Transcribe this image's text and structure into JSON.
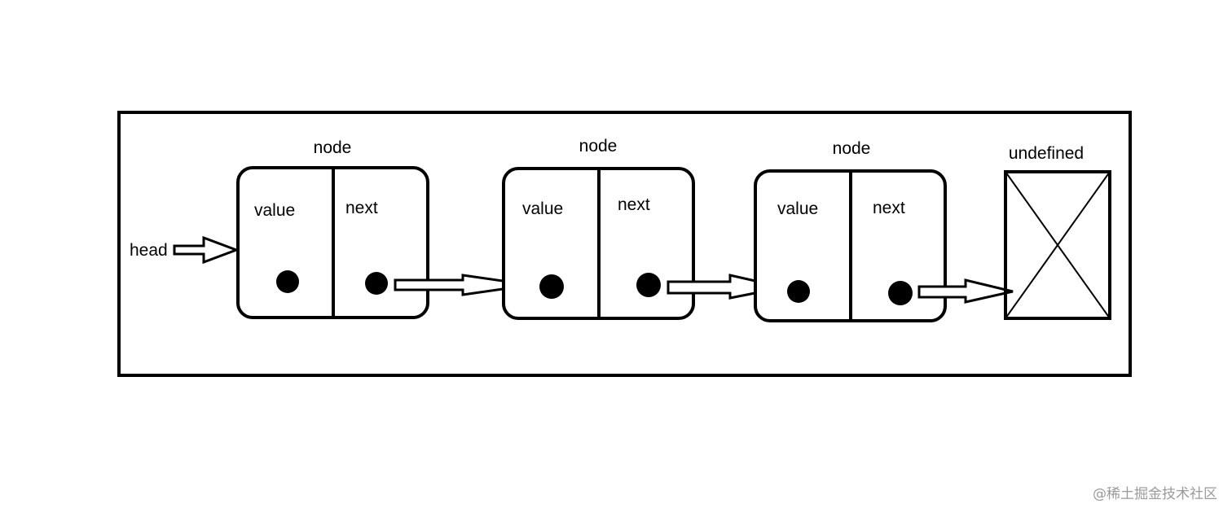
{
  "head_label": "head",
  "nodes": [
    {
      "title": "node",
      "value_label": "value",
      "next_label": "next"
    },
    {
      "title": "node",
      "value_label": "value",
      "next_label": "next"
    },
    {
      "title": "node",
      "value_label": "value",
      "next_label": "next"
    }
  ],
  "terminal_label": "undefined",
  "watermark": "@稀土掘金技术社区"
}
